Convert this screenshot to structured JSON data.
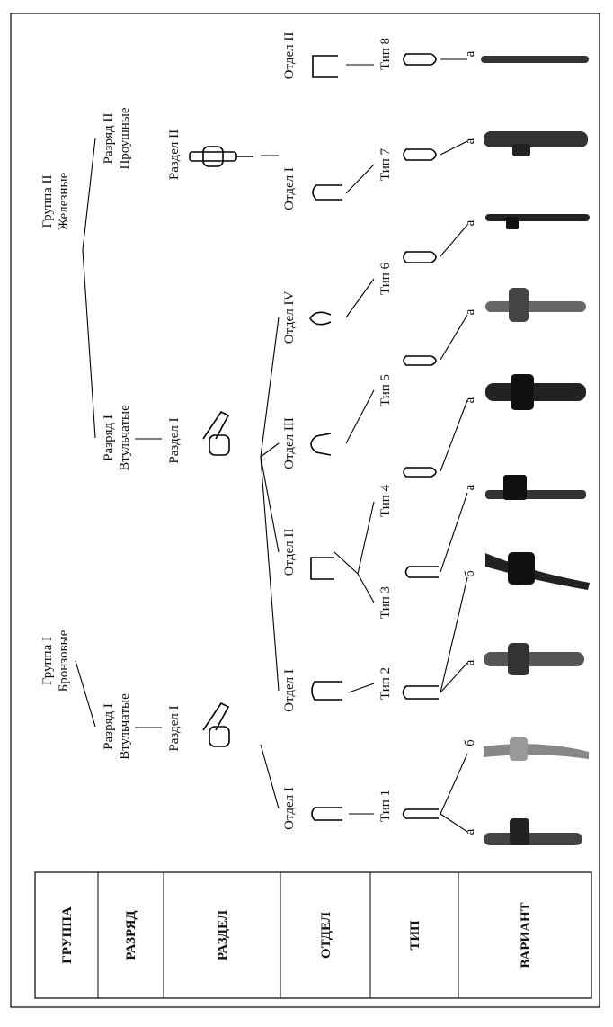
{
  "header_cells": [
    "ГРУППА",
    "РАЗРЯД",
    "РАЗДЕЛ",
    "ОТДЕЛ",
    "ТИП",
    "ВАРИАНТ"
  ],
  "groups": [
    {
      "title": "Группа I",
      "subtitle": "Бронзовые"
    },
    {
      "title": "Группа II",
      "subtitle": "Железные"
    }
  ],
  "razryads": [
    {
      "title": "Разряд I",
      "subtitle": "Втульчатые"
    },
    {
      "title": "Разряд I",
      "subtitle": "Втульчатые"
    },
    {
      "title": "Разряд II",
      "subtitle": "Проушные"
    }
  ],
  "razdels": [
    "Раздел I",
    "Раздел I",
    "Раздел II"
  ],
  "otdels": [
    "Отдел I",
    "Отдел I",
    "Отдел II",
    "Отдел III",
    "Отдел IV",
    "Отдел I",
    "Отдел II"
  ],
  "tips": [
    "Тип 1",
    "Тип 2",
    "Тип 3",
    "Тип 4",
    "Тип 5",
    "Тип 6",
    "Тип 7",
    "Тип 8"
  ],
  "variants": [
    "а",
    "б",
    "а",
    "б",
    "а",
    "а",
    "а",
    "а",
    "а",
    "а"
  ]
}
